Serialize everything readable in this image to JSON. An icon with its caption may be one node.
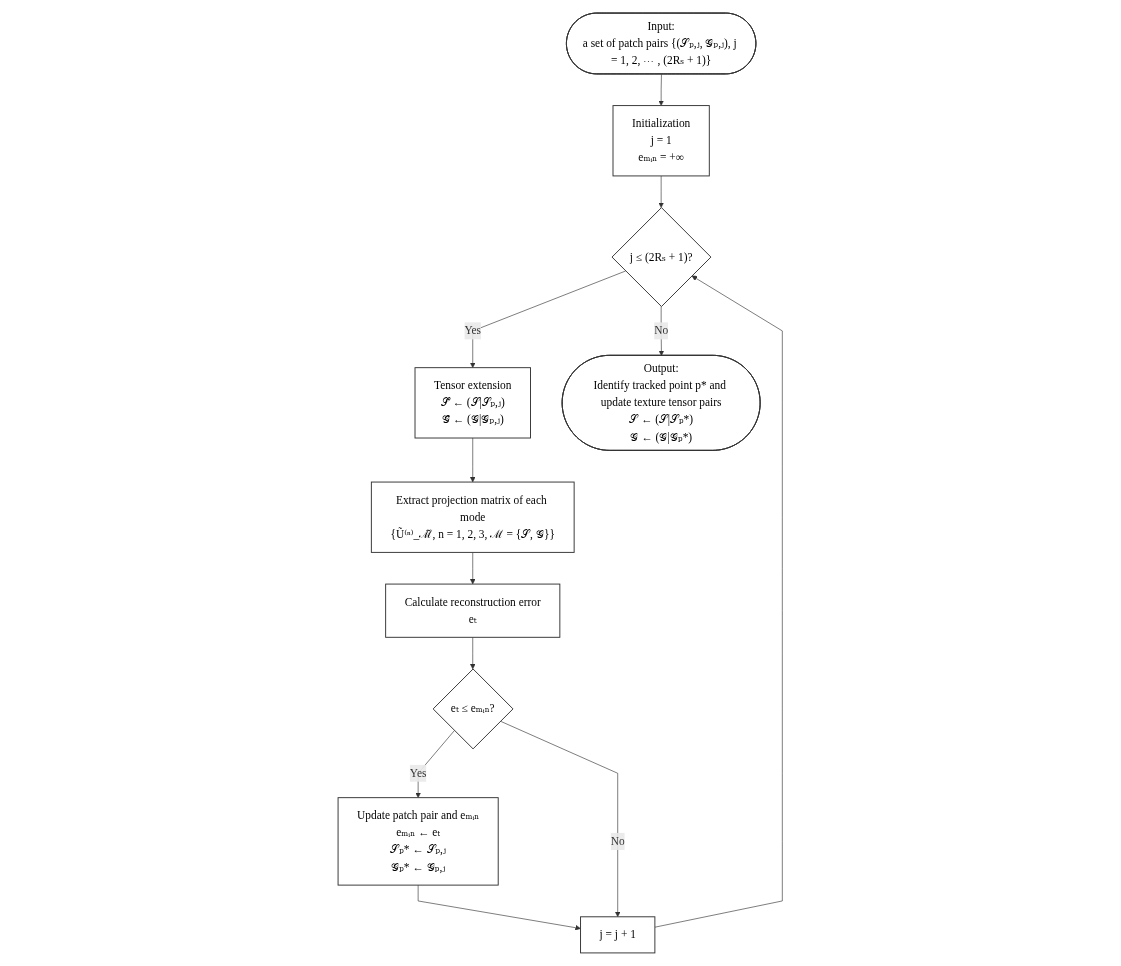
{
  "diagram": {
    "nodes": [
      {
        "text": [
          "Input:",
          "a set of patch pairs {(𝒮ₚ,ⱼ, 𝒢ₚ,ⱼ), j = 1, 2, ⋯ , (2Rₛ + 1)}"
        ]
      },
      {
        "text": [
          "Initialization",
          "j = 1",
          "eₘᵢₙ = +∞"
        ]
      },
      {
        "text": [
          "j ≤ (2Rₛ + 1)?"
        ]
      },
      {
        "text": [
          "Tensor extension",
          "𝒮̃ ← (𝒮|𝒮ₚ,ⱼ)",
          "𝒢̃ ← (𝒢|𝒢ₚ,ⱼ)"
        ]
      },
      {
        "text": [
          "Extract projection matrix of each mode",
          "{Ũ⁽ⁿ⁾_ℳ̃, n = 1, 2, 3, ℳ = {𝒮, 𝒢}}"
        ]
      },
      {
        "text": [
          "Calculate reconstruction error",
          "eₜ"
        ]
      },
      {
        "text": [
          "eₜ ≤ eₘᵢₙ?"
        ]
      },
      {
        "text": [
          "Update patch pair and eₘᵢₙ",
          "eₘᵢₙ ← eₜ",
          "𝒮ₚ* ← 𝒮ₚ,ⱼ",
          "𝒢ₚ* ← 𝒢ₚ,ⱼ"
        ]
      },
      {
        "text": [
          "j = j + 1"
        ]
      },
      {
        "text": [
          "Output:",
          "Identify tracked point p* and update texture tensor pairs",
          "𝒮 ← (𝒮|𝒮ₚ*)",
          "𝒢 ← (𝒢|𝒢ₚ*)"
        ]
      }
    ],
    "edges": [
      {
        "from": 0,
        "to": 1,
        "arrow": "to"
      },
      {
        "from": 1,
        "to": 2,
        "arrow": "to"
      },
      {
        "from": 2,
        "to": 3,
        "arrow": "to",
        "label": "Yes"
      },
      {
        "from": 2,
        "to": 9,
        "arrow": "to",
        "label": "No"
      },
      {
        "from": 3,
        "to": 4,
        "arrow": "to"
      },
      {
        "from": 4,
        "to": 5,
        "arrow": "to"
      },
      {
        "from": 5,
        "to": 6,
        "arrow": "to"
      },
      {
        "from": 6,
        "to": 7,
        "arrow": "to",
        "label": "Yes"
      },
      {
        "from": 7,
        "to": 8,
        "arrow": "to"
      },
      {
        "from": 6,
        "to": 8,
        "arrow": "to",
        "label": "No"
      },
      {
        "from": 8,
        "to": 2,
        "arrow": "to"
      }
    ]
  }
}
